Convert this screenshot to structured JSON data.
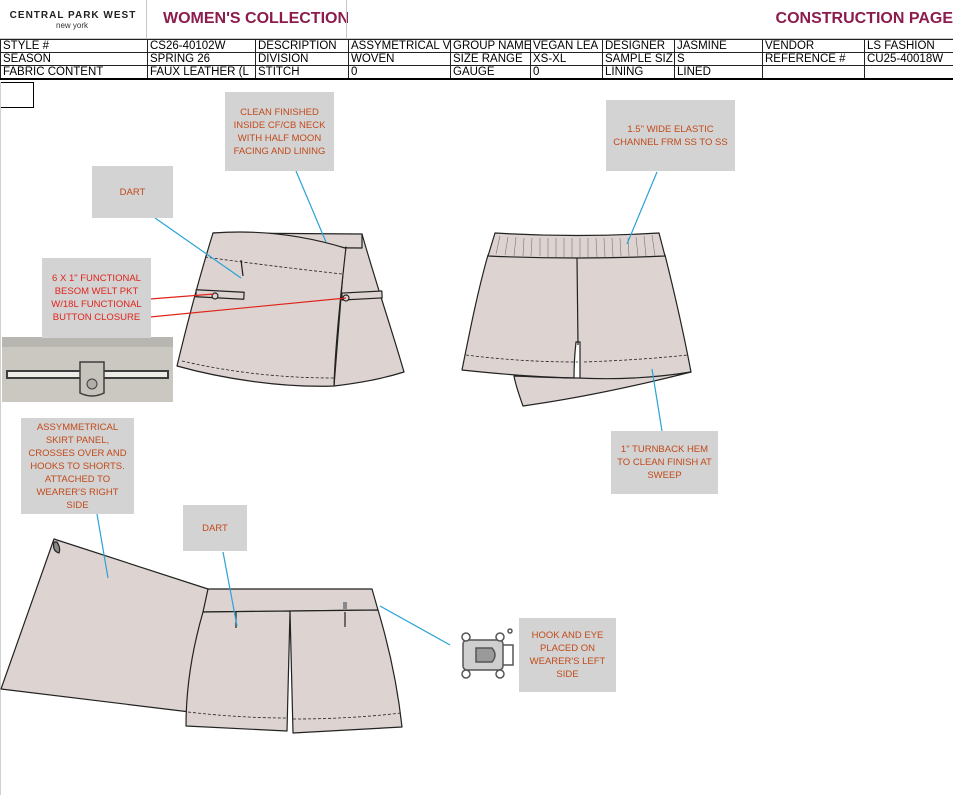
{
  "header": {
    "brand": "CENTRAL PARK WEST",
    "brand_sub": "new york",
    "collection": "WOMEN'S COLLECTION",
    "page_title": "CONSTRUCTION PAGE"
  },
  "spec_rows": [
    [
      "STYLE #",
      "CS26-40102W",
      "DESCRIPTION",
      "ASSYMETRICAL V",
      "GROUP NAME",
      "VEGAN LEA",
      "DESIGNER",
      "JASMINE",
      "VENDOR",
      "LS FASHION"
    ],
    [
      "SEASON",
      "SPRING 26",
      "DIVISION",
      "WOVEN",
      "SIZE RANGE",
      "XS-XL",
      "SAMPLE SIZ",
      "S",
      "REFERENCE #",
      "CU25-40018W"
    ],
    [
      "FABRIC CONTENT",
      "FAUX LEATHER (L",
      "STITCH",
      "0",
      "GAUGE",
      "0",
      "LINING",
      "LINED",
      "",
      ""
    ]
  ],
  "callouts": {
    "neck": "CLEAN FINISHED INSIDE CF/CB NECK WITH HALF MOON FACING AND LINING",
    "dart_top": "DART",
    "pocket": "6 X 1\" FUNCTIONAL BESOM WELT PKT W/18L FUNCTIONAL BUTTON CLOSURE",
    "elastic": "1.5\" WIDE ELASTIC CHANNEL FRM SS TO SS",
    "hem": "1\" TURNBACK HEM TO CLEAN FINISH AT SWEEP",
    "panel": "ASSYMMETRICAL SKIRT PANEL, CROSSES OVER AND HOOKS TO SHORTS. ATTACHED TO WEARER'S RIGHT SIDE",
    "dart_bottom": "DART",
    "hook": "HOOK AND EYE PLACED ON WEARER'S LEFT SIDE"
  },
  "colors": {
    "fabric": "#ddd3d0",
    "callout_bg": "#d3d3d3",
    "callout_text": "#c24a1b",
    "callout_text_red": "#e0241b",
    "leader": "#2aa3d6",
    "header_accent": "#8b1c4d"
  }
}
